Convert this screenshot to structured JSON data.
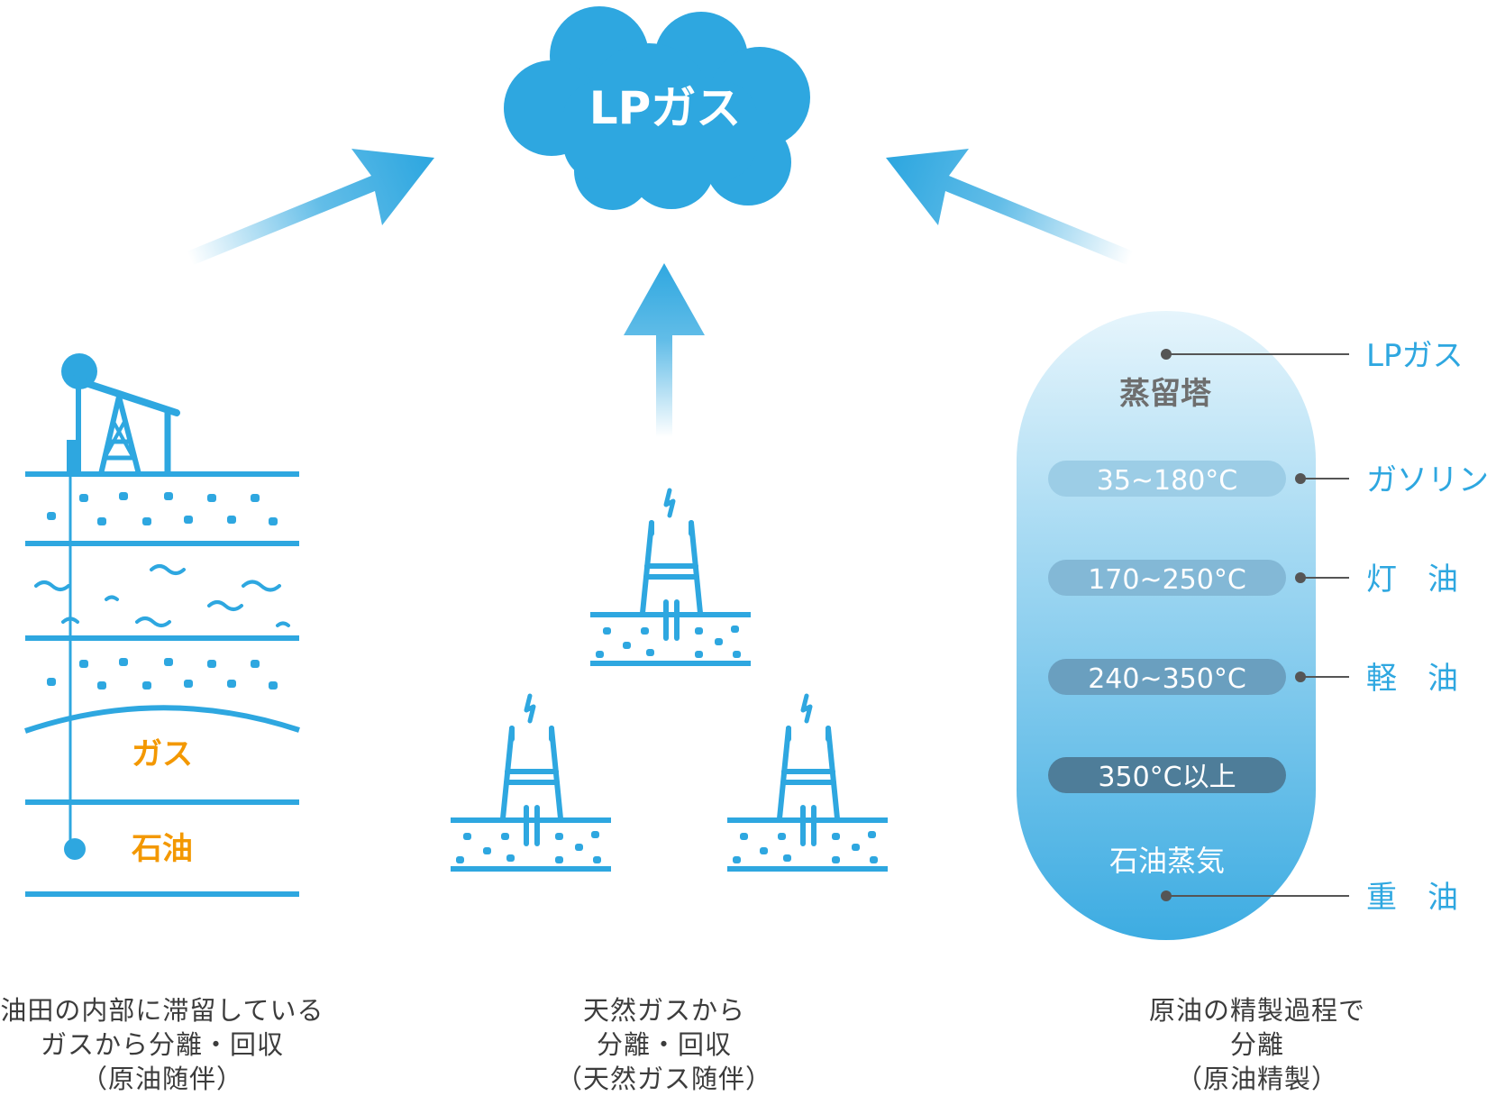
{
  "cloud": {
    "label": "LPガス"
  },
  "oil_field": {
    "gas_label": "ガス",
    "oil_label": "石油"
  },
  "tower": {
    "title": "蒸留塔",
    "bands": [
      "35~180°C",
      "170~250°C",
      "240~350°C",
      "350°C以上"
    ],
    "bottom_label": "石油蒸気",
    "outputs": [
      "LPガス",
      "ガソリン",
      "灯　油",
      "軽　油",
      "重　油"
    ]
  },
  "captions": {
    "left": [
      "油田の内部に滞留している",
      "ガスから分離・回収",
      "（原油随伴）"
    ],
    "center": [
      "天然ガスから",
      "分離・回収",
      "（天然ガス随伴）"
    ],
    "right": [
      "原油の精製過程で",
      "分離",
      "（原油精製）"
    ]
  },
  "colors": {
    "primary": "#2EA7E0",
    "label_orange": "#F39800",
    "band_1": "#9CCDE6",
    "band_2": "#83B8D6",
    "band_3": "#6A9FBF",
    "band_4": "#4E7D99",
    "tower_title": "#6E6E6E",
    "caption_text": "#3C3C3C"
  }
}
